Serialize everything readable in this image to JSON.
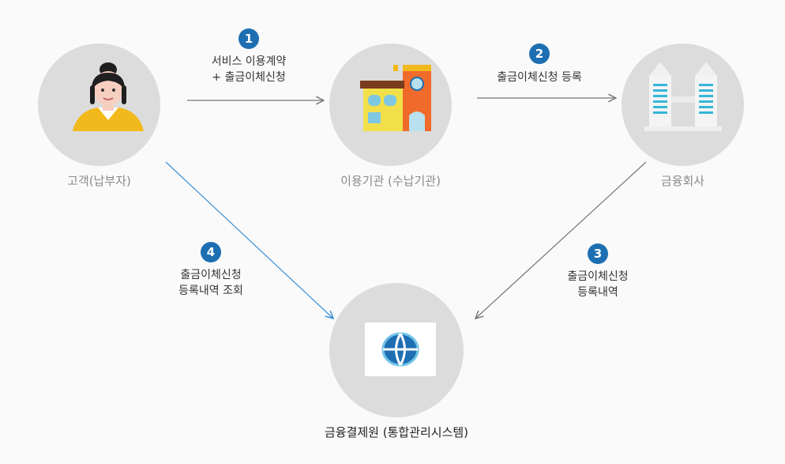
{
  "nodes": {
    "customer": {
      "label": "고객(납부자)",
      "icon": "customer-avatar-icon"
    },
    "institution": {
      "label": "이용기관 (수납기관)",
      "icon": "institution-building-icon"
    },
    "financial": {
      "label": "금융회사",
      "icon": "bank-towers-icon"
    },
    "kftc": {
      "label": "금융결제원 (통합관리시스템)",
      "icon": "kftc-logo-icon"
    }
  },
  "steps": [
    {
      "number": "1",
      "line1": "서비스 이용계약",
      "line2": "+ 출금이체신청"
    },
    {
      "number": "2",
      "line1": "출금이체신청 등록",
      "line2": ""
    },
    {
      "number": "3",
      "line1": "출금이체신청",
      "line2": "등록내역"
    },
    {
      "number": "4",
      "line1": "출금이체신청",
      "line2": "등록내역 조회"
    }
  ],
  "colors": {
    "badge": "#1d6fb2",
    "circle": "#dcdcdc",
    "arrow_gray": "#777777",
    "arrow_blue": "#3a8fd6"
  }
}
